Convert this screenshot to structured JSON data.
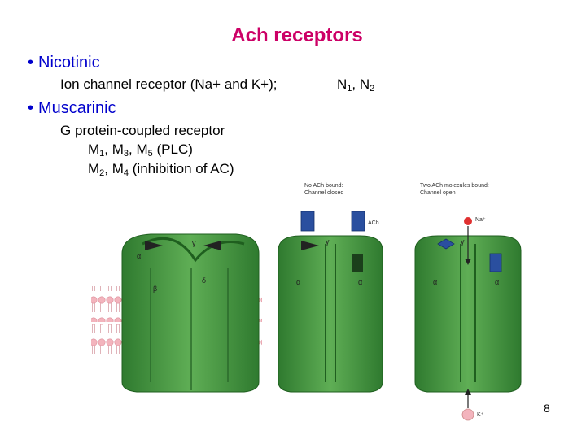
{
  "title": "Ach receptors",
  "nicotinic": {
    "bullet": "•",
    "heading": "Nicotinic",
    "description": "Ion channel receptor (Na+ and K+);",
    "subtypes": "N1, N2"
  },
  "muscarinic": {
    "bullet": "•",
    "heading": "Muscarinic",
    "description": "G protein-coupled receptor",
    "group1": "M1, M3, M5 (PLC)",
    "group2": "M2, M4 (inhibition of AC)"
  },
  "figure": {
    "closed_caption_1": "No ACh bound:",
    "closed_caption_2": "Channel closed",
    "open_caption_1": "Two ACh molecules bound:",
    "open_caption_2": "Channel open",
    "ach_label": "ACh",
    "na_label": "Na⁺",
    "k_label": "K⁺",
    "subunit_alpha": "α",
    "subunit_beta": "β",
    "subunit_gamma": "γ",
    "subunit_delta": "δ"
  },
  "page_number": "8",
  "colors": {
    "title": "#cc0066",
    "heading": "#0000cc",
    "receptor_green": "#3f8f3f",
    "receptor_dark": "#1f5f1f",
    "membrane": "#f0b8c0",
    "ach_blue": "#2a4f9f"
  }
}
